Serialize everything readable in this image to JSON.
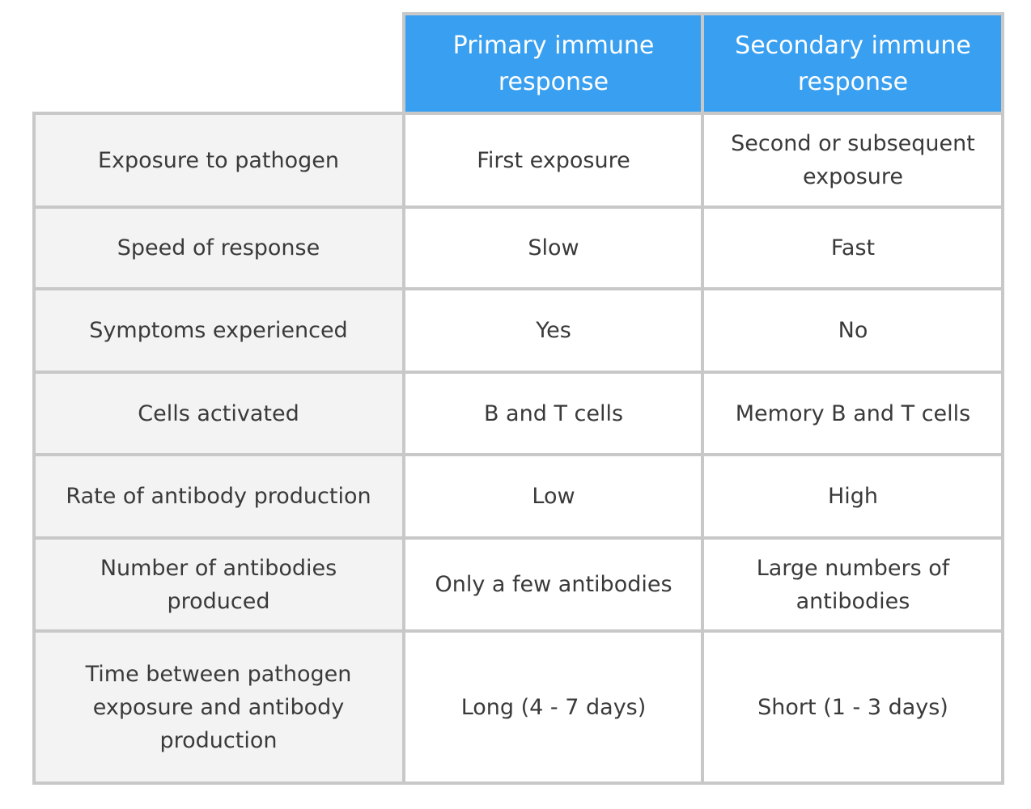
{
  "table": {
    "headers": [
      "Primary immune response",
      "Secondary immune response"
    ],
    "rows": [
      {
        "label": "Exposure to pathogen",
        "primary": "First exposure",
        "secondary": "Second or subsequent exposure"
      },
      {
        "label": "Speed of response",
        "primary": "Slow",
        "secondary": "Fast"
      },
      {
        "label": "Symptoms experienced",
        "primary": "Yes",
        "secondary": "No"
      },
      {
        "label": "Cells activated",
        "primary": "B and T cells",
        "secondary": "Memory B and T cells"
      },
      {
        "label": "Rate of antibody production",
        "primary": "Low",
        "secondary": "High"
      },
      {
        "label": "Number of antibodies produced",
        "primary": "Only a few antibodies",
        "secondary": "Large numbers of antibodies"
      },
      {
        "label": "Time between pathogen exposure and antibody production",
        "primary": "Long (4 - 7 days)",
        "secondary": "Short (1 - 3 days)"
      }
    ]
  },
  "colors": {
    "header_bg": "#399ff0",
    "header_text": "#ffffff",
    "label_bg": "#f3f3f3",
    "value_bg": "#ffffff",
    "border": "#c8c8c8",
    "text": "#3a3a3a"
  }
}
